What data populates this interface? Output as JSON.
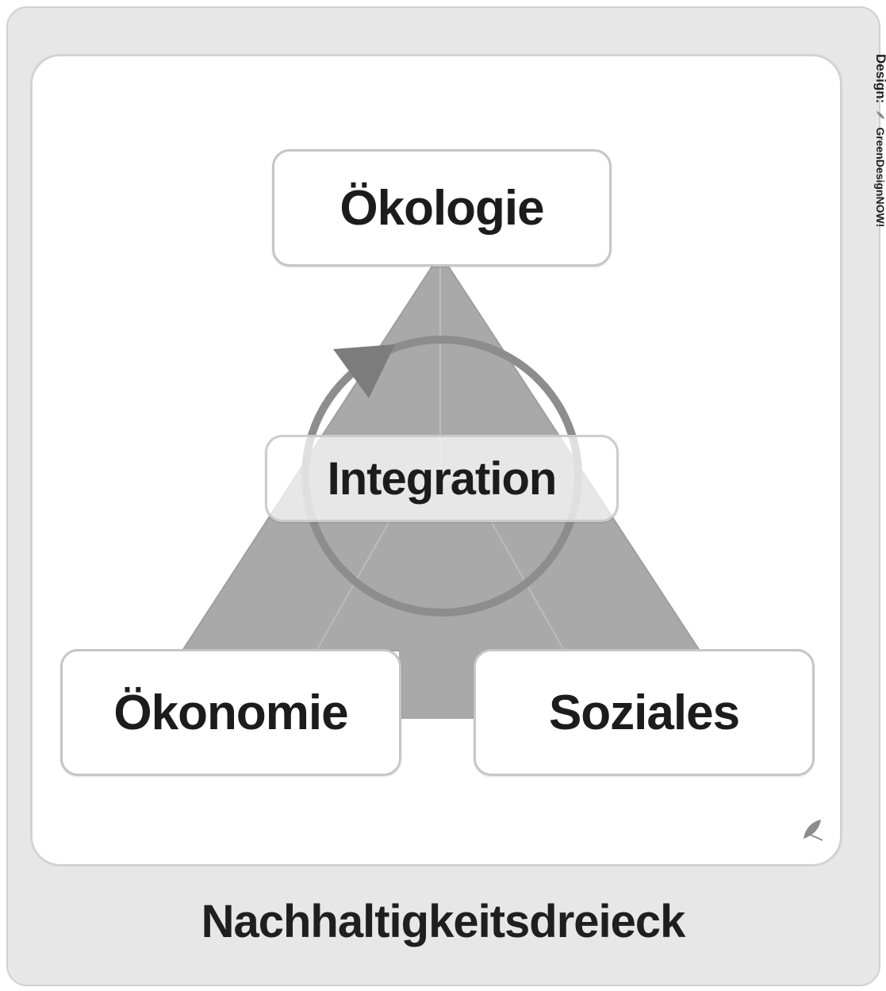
{
  "diagram": {
    "top_label": "Ökologie",
    "left_label": "Ökonomie",
    "right_label": "Soziales",
    "center_label": "Integration",
    "caption": "Nachhaltigkeitsdreieck"
  },
  "credit": {
    "prefix": "Design:",
    "brand": "GreenDesignNOW!"
  },
  "icons": {
    "cycle_arrow": "circular-arrow-icon",
    "brand_mark": "leaf-brush-icon"
  },
  "colors": {
    "frame_background": "#e7e7e7",
    "card_background": "#ffffff",
    "triangle_fill": "#a9a9a9",
    "cycle_stroke": "#8d8d8d",
    "text": "#1c1c1c"
  }
}
